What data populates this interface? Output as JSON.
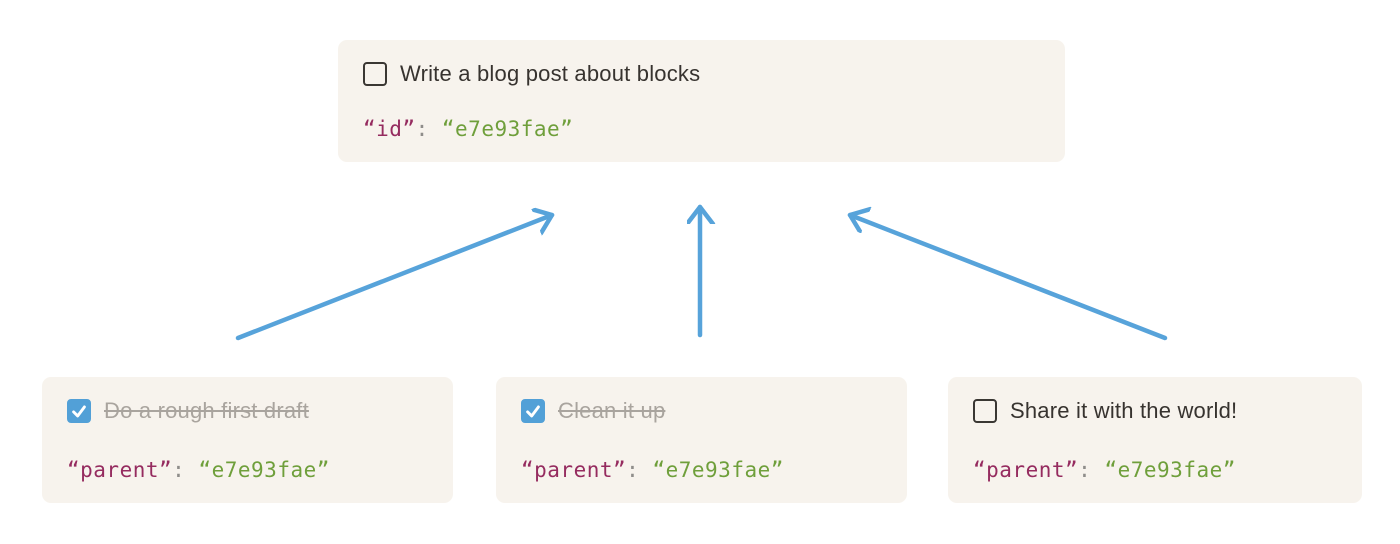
{
  "colors": {
    "arrow_blue": "#57a3da",
    "checkbox_checked_blue": "#52a0d7",
    "card_background": "#f7f3ed",
    "label_text": "#37332f",
    "label_done_text": "#a9a49e",
    "code_key_maroon": "#952b5f",
    "code_value_green": "#6f9f3b",
    "code_colon_gray": "#8f8d8a"
  },
  "parent_card": {
    "checked": false,
    "label": "Write a blog post about blocks",
    "code": {
      "key": "“id”",
      "colon": ":",
      "value": "“e7e93fae”"
    }
  },
  "child_cards": [
    {
      "checked": true,
      "label": "Do a rough first draft",
      "code": {
        "key": "“parent”",
        "colon": ":",
        "value": "“e7e93fae”"
      }
    },
    {
      "checked": true,
      "label": "Clean it up",
      "code": {
        "key": "“parent”",
        "colon": ":",
        "value": "“e7e93fae”"
      }
    },
    {
      "checked": false,
      "label": "Share it with the world!",
      "code": {
        "key": "“parent”",
        "colon": ":",
        "value": "“e7e93fae”"
      }
    }
  ]
}
